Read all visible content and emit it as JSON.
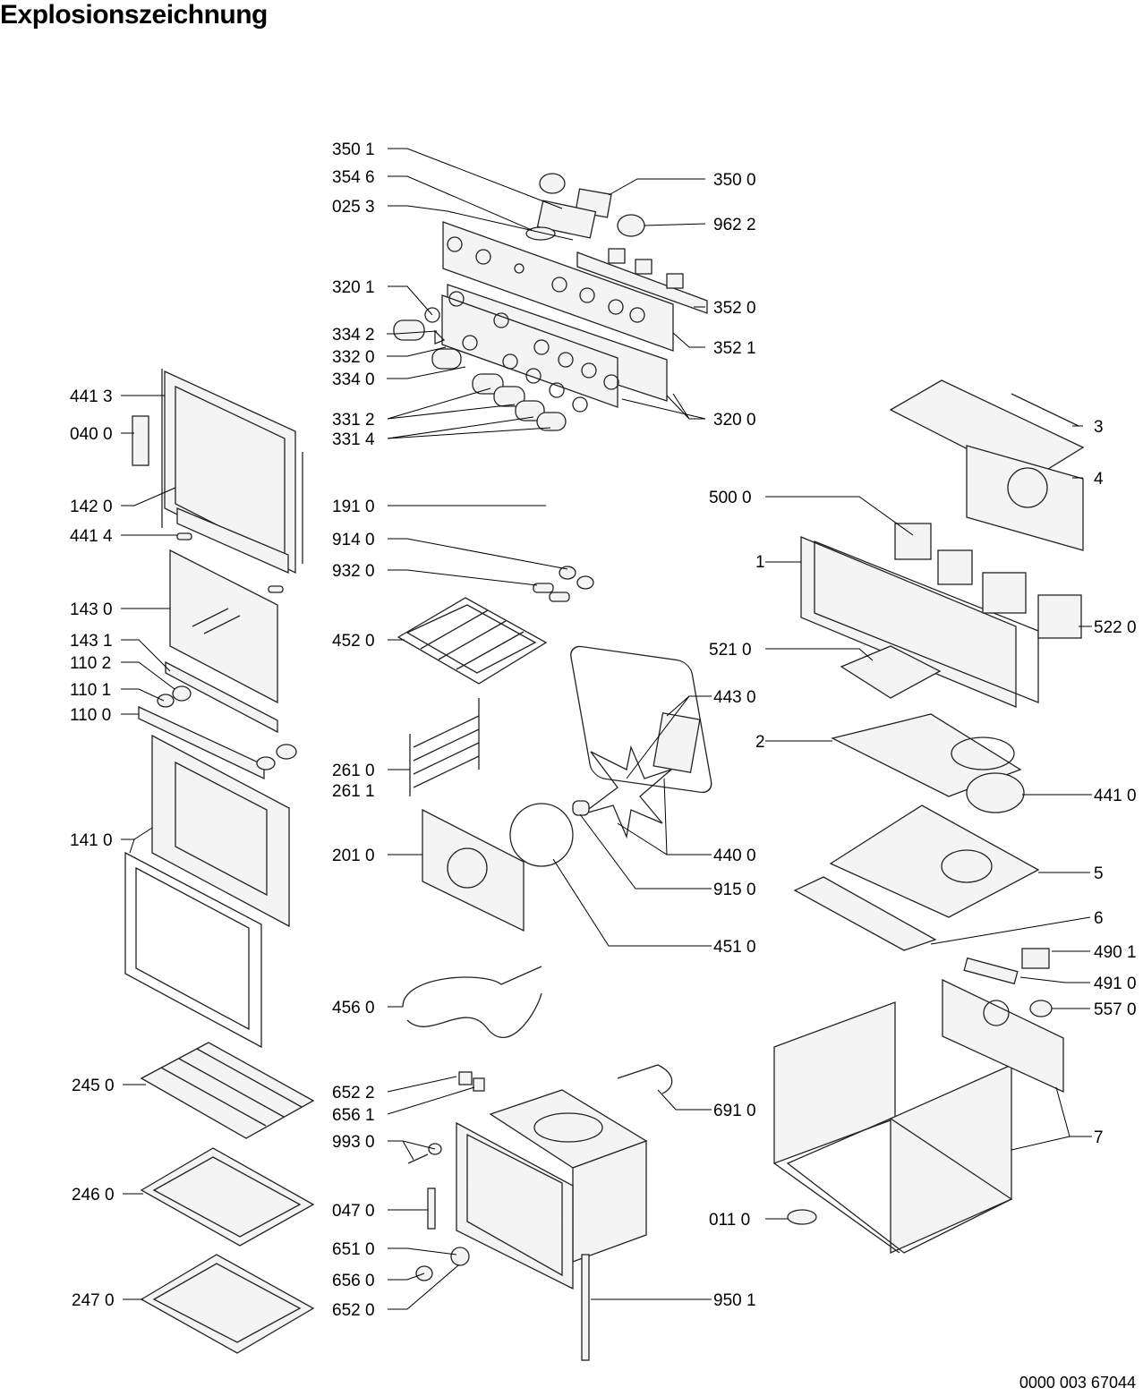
{
  "title": "Explosionszeichnung",
  "document_number": "0000 003 67044",
  "labels": {
    "l3501": "350 1",
    "l3546": "354 6",
    "l0253": "025 3",
    "l3201": "320 1",
    "l3342": "334 2",
    "l3320": "332 0",
    "l3340": "334 0",
    "l3312": "331 2",
    "l3314": "331 4",
    "l4413": "441 3",
    "l0400": "040 0",
    "l1420": "142 0",
    "l4414": "441 4",
    "l1430": "143 0",
    "l1431": "143 1",
    "l1102": "110 2",
    "l1101": "110 1",
    "l1100": "110 0",
    "l1410": "141 0",
    "l2450": "245 0",
    "l2460": "246 0",
    "l2470": "247 0",
    "l1910": "191 0",
    "l9140": "914 0",
    "l9320": "932 0",
    "l4520": "452 0",
    "l2610": "261 0",
    "l2611": "261 1",
    "l2010": "201 0",
    "l4560": "456 0",
    "l6522": "652 2",
    "l6561": "656 1",
    "l9930": "993 0",
    "l0470": "047 0",
    "l6510": "651 0",
    "l6560": "656 0",
    "l6520": "652 0",
    "l3500": "350 0",
    "l9622": "962 2",
    "l3520": "352 0",
    "l3521": "352 1",
    "l3200": "320 0",
    "l3": "3",
    "l4": "4",
    "l5000": "500 0",
    "l1": "1",
    "l5220": "522 0",
    "l5210": "521 0",
    "l4430": "443 0",
    "l2": "2",
    "l4410": "441 0",
    "l4400": "440 0",
    "l5": "5",
    "l9150": "915 0",
    "l6": "6",
    "l4510": "451 0",
    "l4901": "490 1",
    "l4910": "491 0",
    "l5570": "557 0",
    "l6910": "691 0",
    "l7": "7",
    "l0110": "011 0",
    "l9501": "950 1"
  }
}
